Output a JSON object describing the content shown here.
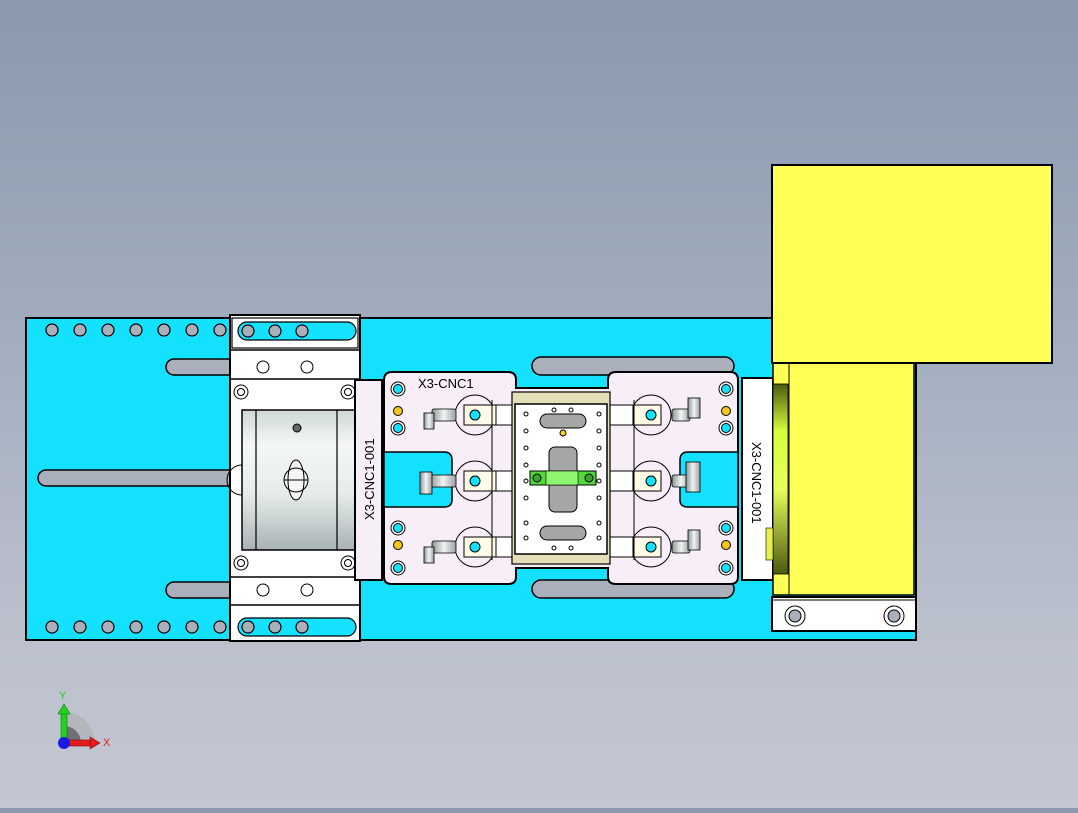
{
  "viewport": {
    "view": "top",
    "background_top": "#8a99ad",
    "background_bottom": "#c3c7d2"
  },
  "model": {
    "base_plate_color": "#13e1fe",
    "fixture_plate_color": "#f7eef7",
    "block_color": "#ffffff",
    "cylinder_color": "#ffff55",
    "clamp_bar_color": "#52d83a",
    "labels": {
      "top_plate": "X3-CNC1",
      "left_block": "X3-CNC1-001",
      "right_block": "X3-CNC1-001"
    }
  },
  "triad": {
    "x_label": "X",
    "y_label": "Y",
    "x_color": "#e31b1b",
    "y_color": "#1fd31f",
    "z_color": "#1a1ae6"
  }
}
